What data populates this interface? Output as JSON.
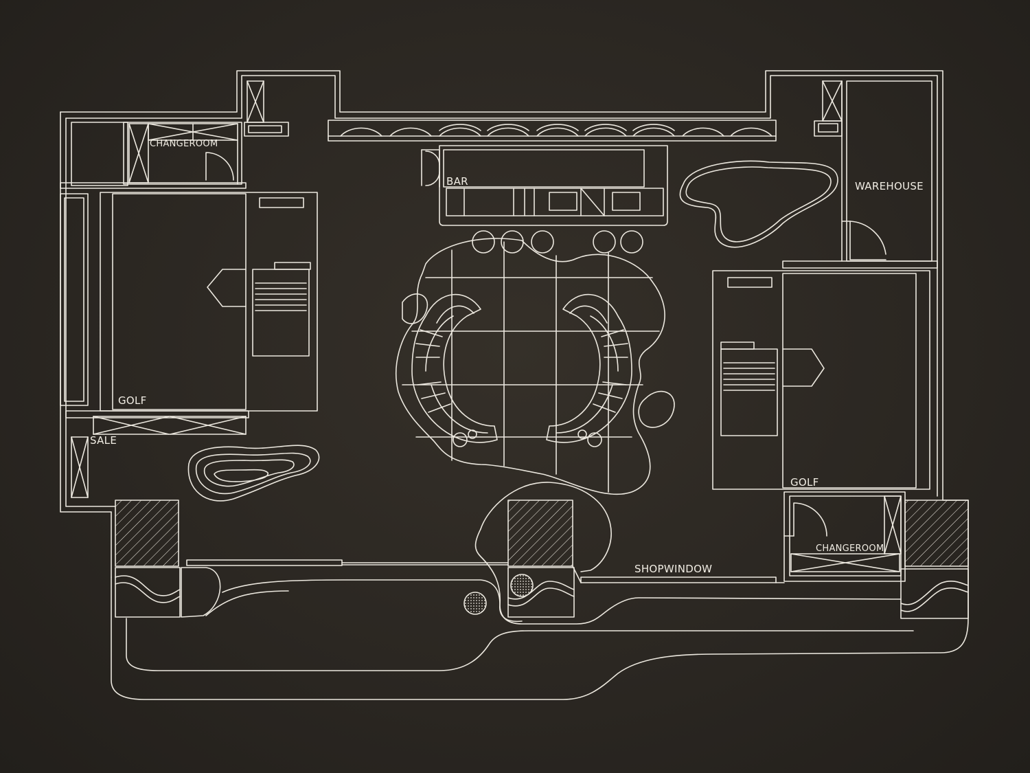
{
  "plan": {
    "labels": {
      "changeroom_top": "CHANGEROOM",
      "bar": "BAR",
      "warehouse": "WAREHOUSE",
      "golf_left": "GOLF",
      "sale": "SALE",
      "golf_right": "GOLF",
      "changeroom_bottom": "CHANGEROOM",
      "shopwindow": "SHOPWINDOW"
    },
    "colors": {
      "background": "#2b2722",
      "line": "#ece8df"
    }
  }
}
